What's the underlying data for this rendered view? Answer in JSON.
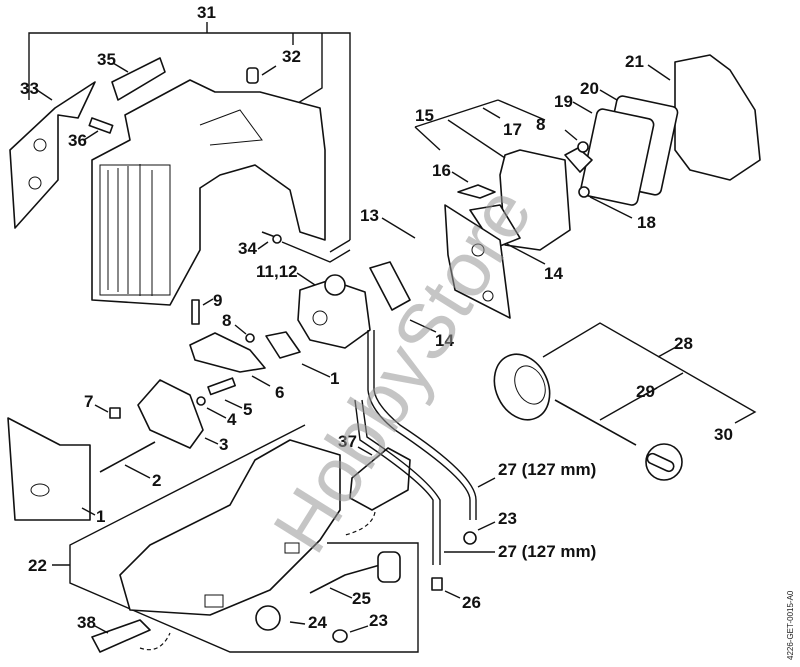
{
  "diagram": {
    "title": "Exploded parts diagram - engine shroud, carburetor, air filter and fuel tank",
    "drawing_code": "4226-GET-0015-A0",
    "watermark": "HobbyStore",
    "colors": {
      "line": "#111111",
      "background": "#ffffff",
      "watermark": "#969696"
    },
    "callouts": {
      "c31": "31",
      "c32": "32",
      "c33": "33",
      "c35": "35",
      "c36": "36",
      "c34": "34",
      "c21": "21",
      "c20": "20",
      "c19": "19",
      "c15": "15",
      "c17": "17",
      "c8a": "8",
      "c16": "16",
      "c18": "18",
      "c13": "13",
      "c14a": "14",
      "c14b": "14",
      "c1112": "11,12",
      "c9": "9",
      "c8b": "8",
      "c10": "1",
      "c6": "6",
      "c7": "7",
      "c5": "5",
      "c4": "4",
      "c3": "3",
      "c2": "2",
      "c1": "1",
      "c37": "37",
      "c28": "28",
      "c29": "29",
      "c30": "30",
      "c27a": "27 (127 mm)",
      "c23a": "23",
      "c27b": "27 (127 mm)",
      "c22": "22",
      "c25": "25",
      "c26": "26",
      "c24": "24",
      "c23b": "23",
      "c38": "38"
    }
  }
}
